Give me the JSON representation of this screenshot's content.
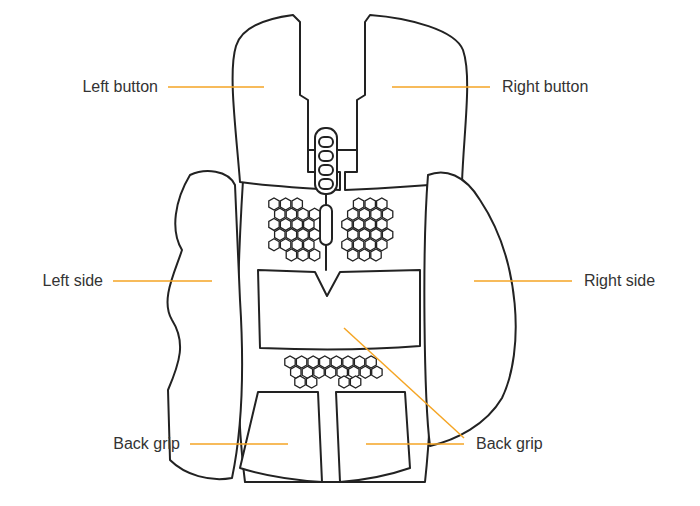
{
  "diagram": {
    "labels": [
      "Left button",
      "Right button",
      "Left side",
      "Right side",
      "Back grip",
      "Back grip"
    ]
  }
}
